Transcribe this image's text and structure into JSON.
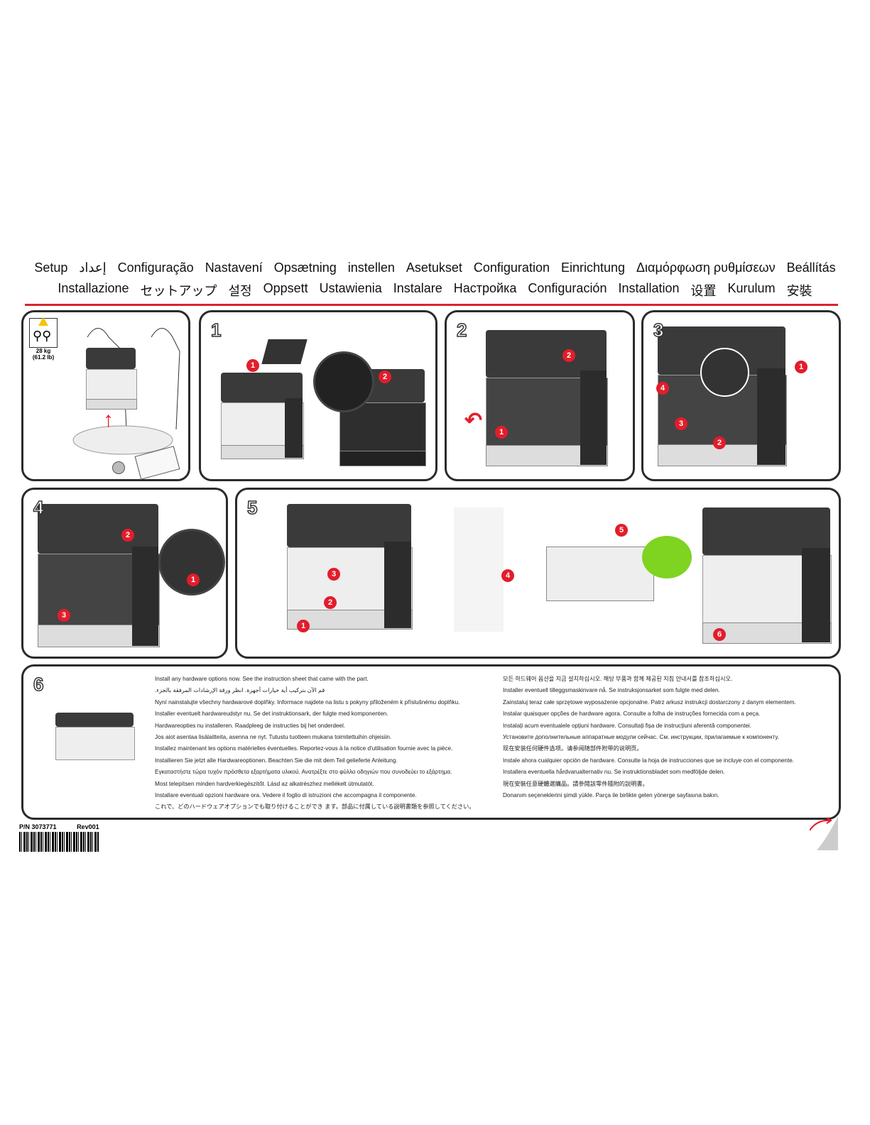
{
  "header": {
    "row1": [
      "Setup",
      "إعداد",
      "Configuração",
      "Nastavení",
      "Opsætning",
      "instellen",
      "Asetukset",
      "Configuration",
      "Einrichtung",
      "Διαμόρφωση ρυθμίσεων",
      "Beállítás"
    ],
    "row2": [
      "Installazione",
      "セットアップ",
      "설정",
      "Oppsett",
      "Ustawienia",
      "Instalare",
      "Настройка",
      "Configuración",
      "Installation",
      "设置",
      "Kurulum",
      "安裝"
    ]
  },
  "unpack": {
    "weight_kg": "28 kg",
    "weight_lb": "(61.2 lb)"
  },
  "steps": {
    "s1": "1",
    "s2": "2",
    "s3": "3",
    "s4": "4",
    "s5": "5",
    "s6": "6"
  },
  "step6": {
    "left": [
      "Install any hardware options now. See the instruction sheet that came with the part.",
      "قم الآن بتركيب أية خيارات أجهزة. انظر ورقة الإرشادات المرفقة بالجزء.",
      "Nyní nainstalujte všechny hardwarové doplňky. Informace najdete na listu s pokyny přiloženém k příslušnému doplňku.",
      "Installer eventuelt hardwareudstyr nu. Se det instruktionsark, der fulgte med komponenten.",
      "Hardwareopties nu installeren. Raadpleeg de instructies bij het onderdeel.",
      "Jos aiot asentaa lisälaitteita, asenna ne nyt. Tutustu tuotteen mukana toimitettuihin ohjeisiin.",
      "Installez maintenant les options matérielles éventuelles. Reportez-vous à la notice d'utilisation fournie avec la pièce.",
      "Installieren Sie jetzt alle Hardwareoptionen. Beachten Sie die mit dem Teil gelieferte Anleitung.",
      "Εγκαταστήστε τώρα τυχόν πρόσθετα εξαρτήματα υλικού. Ανατρέξτε στο φύλλο οδηγιών που συνοδεύει το εξάρτημα.",
      "Most telepítsen minden hardverkiegészítőt. Lásd az alkatrészhez mellékelt útmutatót.",
      "Installare eventuali opzioni hardware ora. Vedere il foglio di istruzioni che accompagna il componente.",
      "これで、どのハードウェアオプションでも取り付けることができ ます。部品に付属している説明書類を参照してください。"
    ],
    "right": [
      "모든 하드웨어 옵션을 지금 설치하십시오. 해당 부품과 함께 제공된 지침 안내서를 참조하십시오.",
      "Installer eventuell tilleggsmaskinvare nå. Se instruksjonsarket som fulgte med delen.",
      "Zainstaluj teraz całe sprzętowe wyposażenie opcjonalne. Patrz arkusz instrukcji dostarczony z danym elementem.",
      "Instalar quaisquer opções de hardware agora. Consulte a folha de instruções fornecida com a peça.",
      "Instalați acum eventualele opțiuni hardware. Consultați fișa de instrucțiuni aferentă componentei.",
      "Установите дополнительные аппаратные модули сейчас. См. инструкции, прилагаемые к компоненту.",
      "现在安装任何硬件选项。请参阅随部件附带的说明页。",
      "Instale ahora cualquier opción de hardware. Consulte la hoja de instrucciones que se incluye con el componente.",
      "Installera eventuella hårdvarualternativ nu. Se instruktionsbladet som medföljde delen.",
      "現在安裝任意硬體選購品。請參閱該零件隨附的說明書。",
      "Donanım seçeneklerini şimdi yükle. Parça ile birlikte gelen yönerge sayfasına bakın."
    ]
  },
  "footer": {
    "part_number": "P/N 3073771",
    "revision": "Rev001"
  },
  "colors": {
    "accent": "#e31d2b",
    "highlight": "#7fd321",
    "border": "#2b2b2b"
  }
}
